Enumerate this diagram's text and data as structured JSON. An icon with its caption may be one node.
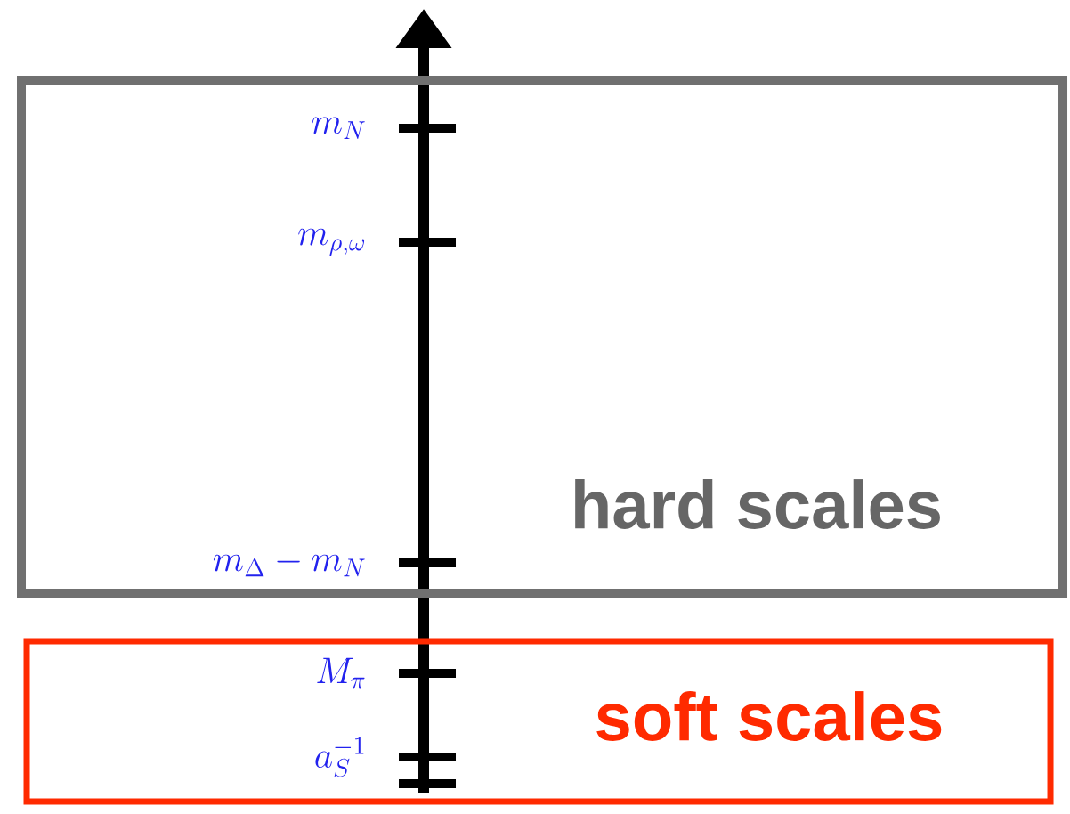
{
  "diagram": {
    "nodes": [
      {
        "text": [
          "hard scales"
        ]
      },
      {
        "text": [
          "soft scales"
        ]
      }
    ],
    "labels": [
      "m_N",
      "m_{\\rho,\\omega}",
      "m_\\Delta - m_N",
      "M_\\pi",
      "a_S^{-1}"
    ]
  }
}
